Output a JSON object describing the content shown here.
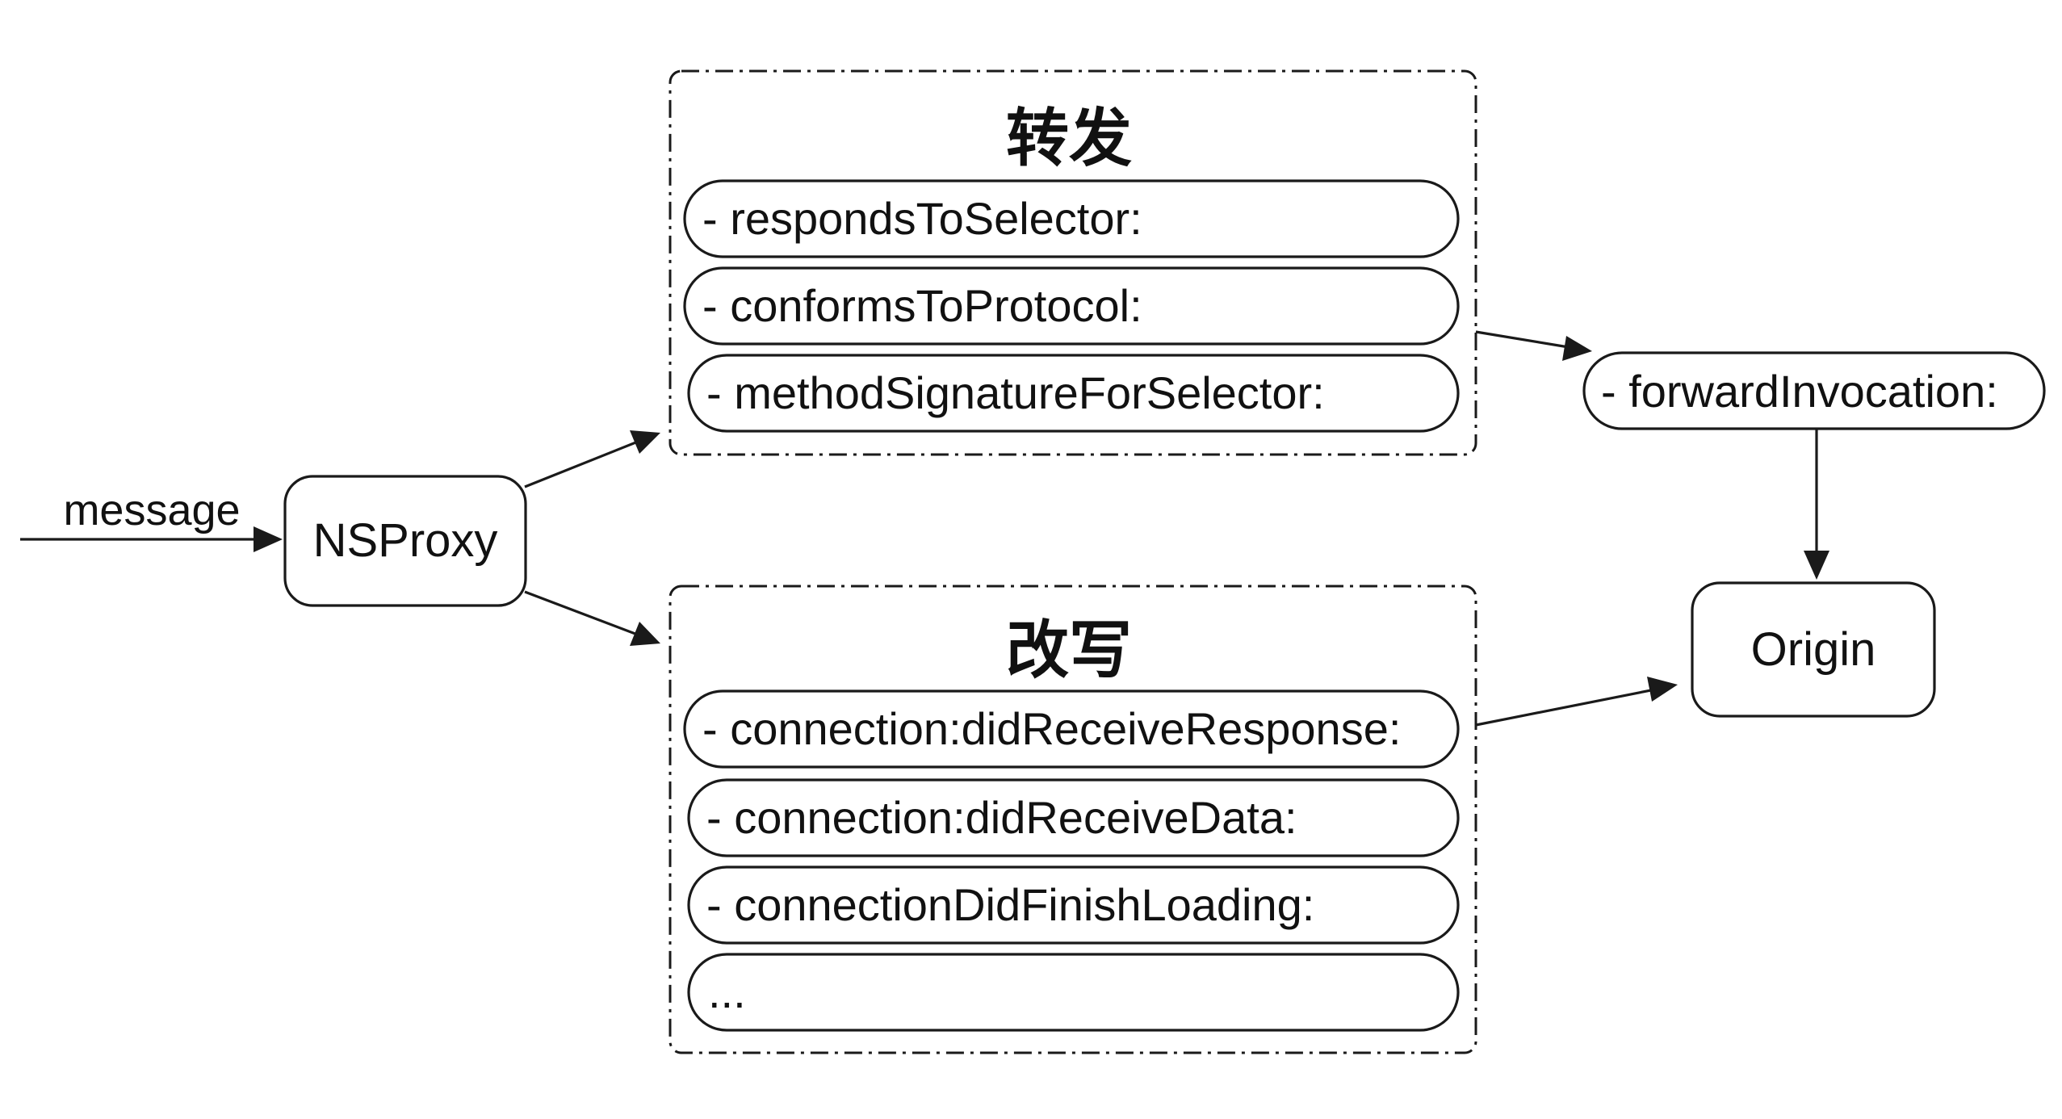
{
  "entry": {
    "label": "message"
  },
  "proxy": {
    "label": "NSProxy"
  },
  "forward_group": {
    "title": "转发",
    "methods": [
      "- respondsToSelector:",
      "- conformsToProtocol:",
      "- methodSignatureForSelector:"
    ]
  },
  "rewrite_group": {
    "title": "改写",
    "methods": [
      "- connection:didReceiveResponse:",
      "- connection:didReceiveData:",
      "- connectionDidFinishLoading:",
      "..."
    ]
  },
  "forward_invocation": {
    "label": "- forwardInvocation:"
  },
  "origin": {
    "label": "Origin"
  }
}
